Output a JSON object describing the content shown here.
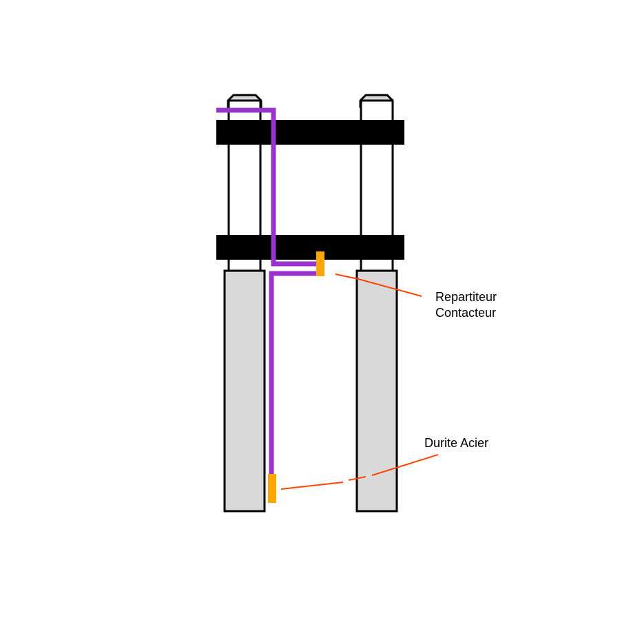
{
  "labels": {
    "distributor_line1": "Repartiteur",
    "distributor_line2": "Contacteur",
    "steel_hose": "Durite Acier"
  },
  "colors": {
    "background": "#ffffff",
    "outline": "#000000",
    "clamp": "#000000",
    "fork_slider": "#d9d9d9",
    "fork_tube": "#ffffff",
    "fork_cap": "#d9d9d9",
    "brake_line": "#9933cc",
    "fitting": "#ffa500",
    "leader_line": "#ff4500"
  },
  "icons": {
    "fitting_top": "orange-fitting",
    "fitting_bottom": "orange-fitting"
  }
}
